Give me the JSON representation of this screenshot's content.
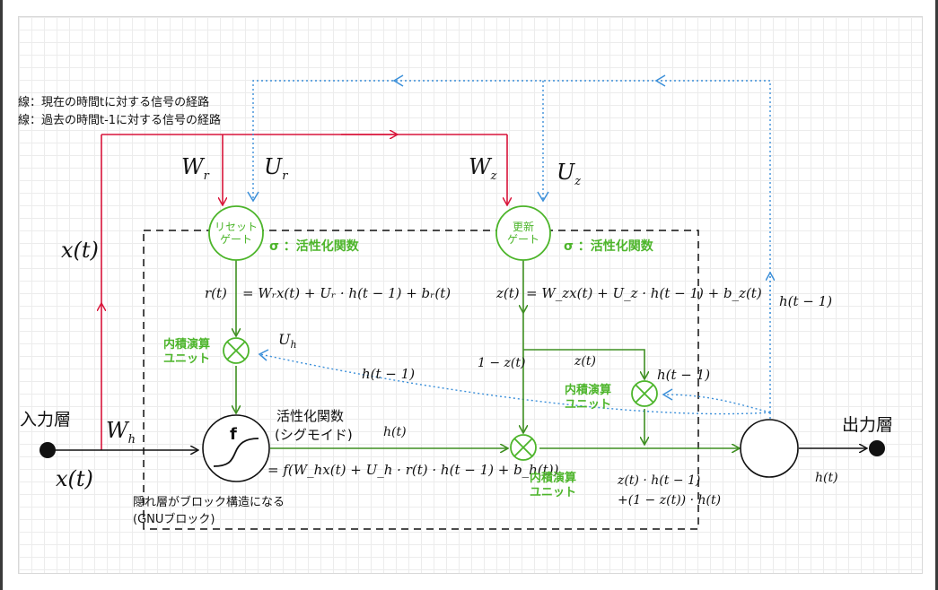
{
  "legend": {
    "current": "線：現在の時間tに対する信号の経路",
    "past": "線：過去の時間t-1に対する信号の経路"
  },
  "weights": {
    "wr": "W",
    "wr_sub": "r",
    "ur": "U",
    "ur_sub": "r",
    "wz": "W",
    "wz_sub": "z",
    "uz": "U",
    "uz_sub": "z",
    "wh": "W",
    "wh_sub": "h",
    "uh": "U",
    "uh_sub": "h"
  },
  "gates": {
    "reset": "リセット\nゲート",
    "update": "更新\nゲート",
    "sigma_reset": "σ ：活性化関数",
    "sigma_update": "σ ：活性化関数"
  },
  "equations": {
    "r": "r(t)",
    "r_eq": "= Wᵣx(t) + Uᵣ · h(t − 1) + bᵣ(t)",
    "z": "z(t)",
    "z_eq": "= W_zx(t) + U_z · h(t − 1) + b_z(t)",
    "one_minus_z": "1 − z(t)",
    "z_right": "z(t)",
    "h_prev_mid": "h(t − 1)",
    "h_prev_right": "h(t − 1)",
    "h_prev_top": "h(t − 1)",
    "h_t_mid": "h(t)",
    "h_t_out": "h(t)",
    "h_eq": "= f(W_hx(t) + U_h · r(t) · h(t − 1) + b_h(t))",
    "out_eq1": "z(t) · h(t − 1)",
    "out_eq2": "+(1 − z(t)) · h(t)"
  },
  "labels": {
    "input_layer": "入力層",
    "output_layer": "出力層",
    "x_top": "x(t)",
    "x_bottom": "x(t)",
    "activation": "活性化関数",
    "sigmoid": "(シグモイド)",
    "f": "f",
    "inner1": "内積演算\nユニット",
    "inner2": "内積演算\nユニット",
    "inner3": "内積演算\nユニット",
    "hidden_note1": "隠れ層がブロック構造になる",
    "hidden_note2": "(GNUブロック)"
  },
  "colors": {
    "red": "#d9143a",
    "blue": "#3b8fd9",
    "green": "#4db52b",
    "black": "#111111"
  }
}
